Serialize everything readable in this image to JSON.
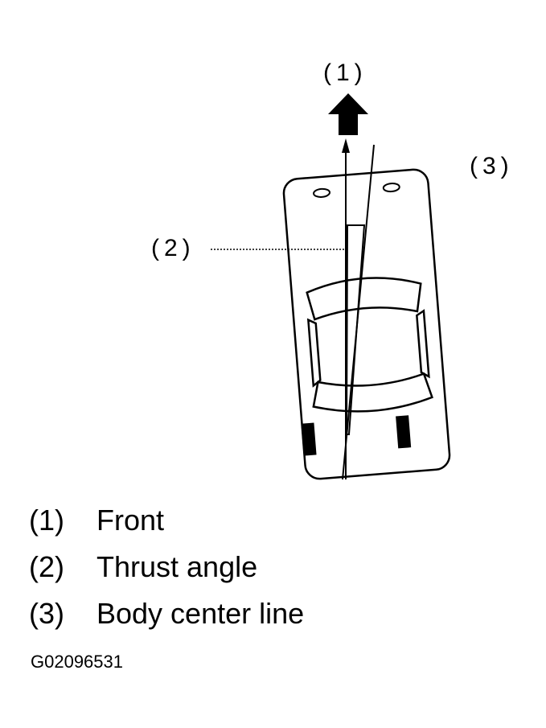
{
  "callouts": {
    "front": "(1)",
    "thrust": "(2)",
    "body": "(3)"
  },
  "legend": [
    {
      "num": "(1)",
      "text": "Front"
    },
    {
      "num": "(2)",
      "text": "Thrust angle"
    },
    {
      "num": "(3)",
      "text": "Body center line"
    }
  ],
  "figure_id": "G02096531"
}
